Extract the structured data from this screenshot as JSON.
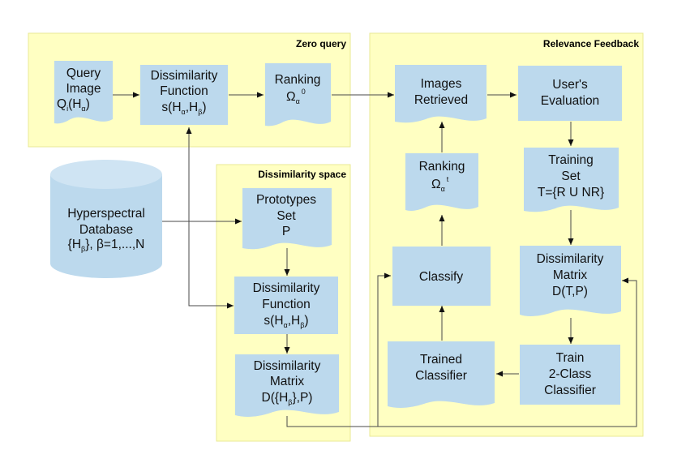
{
  "panels": {
    "zero": "Zero query",
    "dissimilarity": "Dissimilarity space",
    "relevance": "Relevance Feedback"
  },
  "nodes": {
    "query_image": [
      "Query",
      "Image"
    ],
    "query_q": "Q",
    "query_i": "i",
    "query_paren": "(H",
    "query_alpha": "α",
    "query_close": ")",
    "dfunc_top": [
      "Dissimilarity",
      "Function"
    ],
    "s_open": "s(H",
    "s_alpha": "α",
    "s_comma": ",H",
    "s_beta": "β",
    "s_close": ")",
    "ranking_top": "Ranking",
    "omega": "Ω",
    "omega_alpha": "α",
    "omega_zero": "0",
    "omega_t": "t",
    "db_lines": [
      "Hyperspectral",
      "Database"
    ],
    "db_brace": "{H",
    "db_beta": "β",
    "db_rest": "}, β=1,...,N",
    "prototypes": [
      "Prototypes",
      "Set",
      "P"
    ],
    "dmatrix_top": [
      "Dissimilarity",
      "Matrix"
    ],
    "dm_d": "D({H",
    "dm_beta": "β",
    "dm_rest": "},P)",
    "images_retrieved": [
      "Images",
      "Retrieved"
    ],
    "users_eval": [
      "User's",
      "Evaluation"
    ],
    "training_set": [
      "Training",
      "Set",
      "T={R U NR}"
    ],
    "dmatrix_tp": [
      "Dissimilarity",
      "Matrix",
      "D(T,P)"
    ],
    "classify": "Classify",
    "trained_classifier": [
      "Trained",
      "Classifier"
    ],
    "train_2class": [
      "Train",
      "2-Class",
      "Classifier"
    ]
  }
}
